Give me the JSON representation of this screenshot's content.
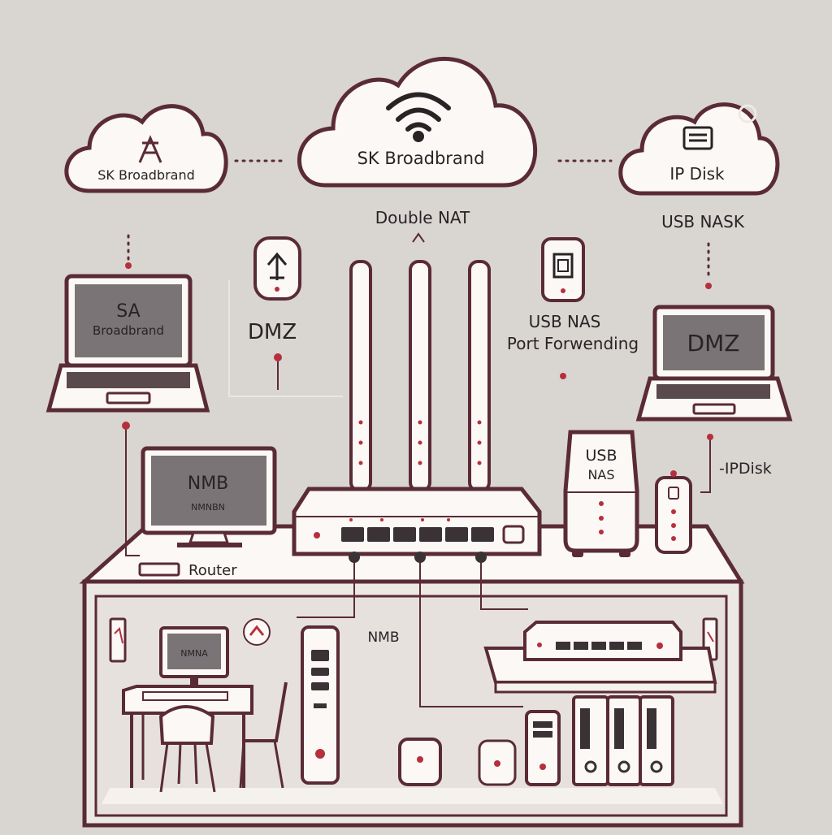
{
  "colors": {
    "background": "#d9d5d1",
    "line": "#5a2b37",
    "fill_light": "#fbf8f5",
    "screen": "#7a7476",
    "accent": "#b5303c"
  },
  "clouds": {
    "left": {
      "label": "SK Broadbrand",
      "icon": "router-a-icon"
    },
    "center": {
      "label": "SK Broadbrand",
      "icon": "wifi-icon"
    },
    "right": {
      "label": "IP Disk",
      "icon": "monitor-icon"
    }
  },
  "labels": {
    "double_nat": "Double NAT",
    "usb_nas_top": "USB NASK",
    "dmz_left": "DMZ",
    "usb_nas_mid": "USB NAS",
    "port_forwarding": "Port Forwending",
    "ipdisk": "-IPDisk",
    "router": "Router",
    "nmb_shelf": "NMB"
  },
  "devices": {
    "laptop_left": {
      "line1": "SA",
      "line2": "Broadbrand"
    },
    "laptop_right": {
      "screen": "DMZ"
    },
    "monitor": {
      "title": "NMB",
      "subtitle": "NMNBN"
    },
    "nas_box": {
      "line1": "USB",
      "line2": "NAS"
    },
    "small_monitor": {
      "screen": "NMNA"
    }
  }
}
